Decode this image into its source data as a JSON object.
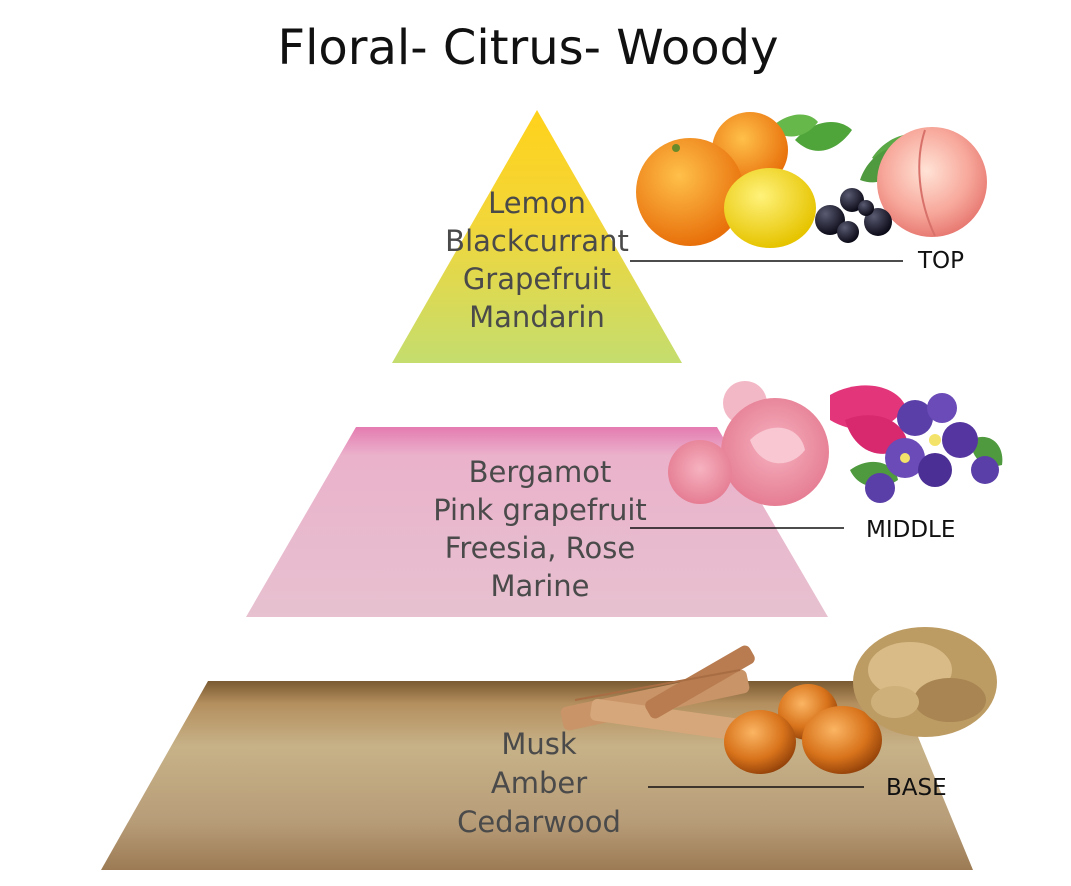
{
  "title": "Floral- Citrus- Woody",
  "tiers": [
    {
      "id": "top",
      "label": "TOP",
      "notes": [
        "Lemon",
        "Blackcurrant",
        "Grapefruit",
        "Mandarin"
      ],
      "colors": {
        "start": "#ffd21a",
        "end": "#c4dd6e"
      },
      "illustration": "fruit-cluster-icon"
    },
    {
      "id": "middle",
      "label": "MIDDLE",
      "notes": [
        "Bergamot",
        "Pink grapefruit",
        "Freesia, Rose",
        "Marine"
      ],
      "colors": {
        "start": "#e57bb1",
        "end": "#e7c1d0"
      },
      "illustration": "flower-bouquet-icon"
    },
    {
      "id": "base",
      "label": "BASE",
      "notes": [
        "Musk",
        "Amber",
        "Cedarwood"
      ],
      "colors": {
        "start": "#7a5a32",
        "end": "#a58a66"
      },
      "illustration": "wood-amber-icon"
    }
  ]
}
